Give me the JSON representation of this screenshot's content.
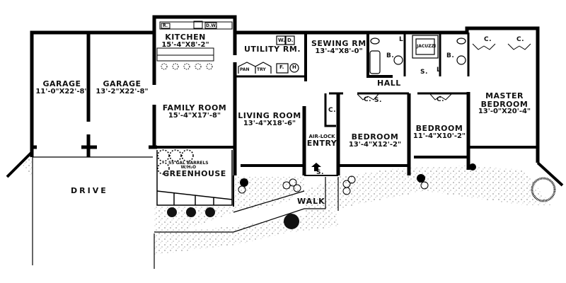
{
  "plan": {
    "rooms": [
      {
        "id": "garage-1",
        "name": "GARAGE",
        "dims": "11'-0\"X22'-8\""
      },
      {
        "id": "garage-2",
        "name": "GARAGE",
        "dims": "13'-2\"X22'-8\""
      },
      {
        "id": "kitchen",
        "name": "KITCHEN",
        "dims": "15'-4\"X8'-2\""
      },
      {
        "id": "utility",
        "name": "UTILITY RM.",
        "dims": ""
      },
      {
        "id": "sewing",
        "name": "SEWING RM.",
        "dims": "13'-4\"X8'-0\""
      },
      {
        "id": "family",
        "name": "FAMILY ROOM",
        "dims": "15'-4\"X17'-8\""
      },
      {
        "id": "living",
        "name": "LIVING ROOM",
        "dims": "13'-4\"X18'-6\""
      },
      {
        "id": "bedroom-1",
        "name": "BEDROOM",
        "dims": "13'-4\"X12'-2\""
      },
      {
        "id": "bedroom-2",
        "name": "BEDROOM",
        "dims": "11'-4\"X10'-2\""
      },
      {
        "id": "master",
        "name": "MASTER BEDROOM",
        "name_line1": "MASTER",
        "name_line2": "BEDROOM",
        "dims": "13'-0\"X20'-4\""
      },
      {
        "id": "greenhouse",
        "name": "GREENHOUSE",
        "dims": ""
      }
    ],
    "labels": {
      "entry_top": "AIR-LOCK",
      "entry": "ENTRY",
      "hall": "HALL",
      "drive": "DRIVE",
      "walk": "WALK",
      "barrels_line1": "55 GAL BARRELS",
      "barrels_line2": "W/H₂O",
      "pantry_1": "PAN",
      "pantry_2": "TRY",
      "washer": "W.",
      "dryer": "D.",
      "furnace": "F.",
      "heater": "H",
      "jacuzzi": "JACUZZI",
      "bath": "B.",
      "closet": "C.",
      "shower": "S.",
      "linen": "L",
      "stoop": "S.",
      "refrigerator": "R.",
      "dishwasher": "D.W."
    }
  }
}
